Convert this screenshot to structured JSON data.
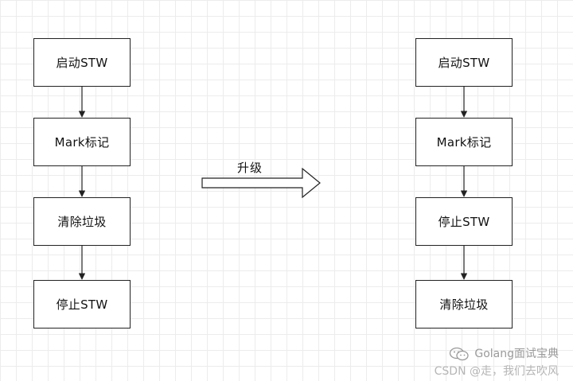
{
  "left_flow": {
    "steps": [
      "启动STW",
      "Mark标记",
      "清除垃圾",
      "停止STW"
    ]
  },
  "right_flow": {
    "steps": [
      "启动STW",
      "Mark标记",
      "停止STW",
      "清除垃圾"
    ]
  },
  "transition": {
    "label": "升级"
  },
  "watermark": {
    "brand": "Golang面试宝典",
    "credit": "CSDN @走，我们去吹风"
  },
  "colors": {
    "box_border": "#222222",
    "arrow": "#222222",
    "grid": "#ececec",
    "watermark_text": "#9a9a9a"
  }
}
